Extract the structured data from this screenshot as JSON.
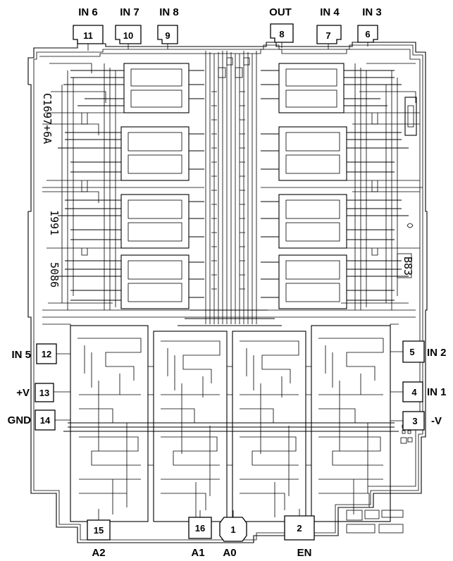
{
  "pins": {
    "p11": {
      "number": "11",
      "label": "IN 6"
    },
    "p10": {
      "number": "10",
      "label": "IN 7"
    },
    "p9": {
      "number": "9",
      "label": "IN 8"
    },
    "p8": {
      "number": "8",
      "label": "OUT"
    },
    "p7": {
      "number": "7",
      "label": "IN 4"
    },
    "p6": {
      "number": "6",
      "label": "IN 3"
    },
    "p12": {
      "number": "12",
      "label": "IN 5"
    },
    "p13": {
      "number": "13",
      "label": "+V"
    },
    "p14": {
      "number": "14",
      "label": "GND"
    },
    "p5": {
      "number": "5",
      "label": "IN 2"
    },
    "p4": {
      "number": "4",
      "label": "IN 1"
    },
    "p3": {
      "number": "3",
      "label": "-V"
    },
    "p15": {
      "number": "15",
      "label": "A2"
    },
    "p16": {
      "number": "16",
      "label": "A1"
    },
    "p1": {
      "number": "1",
      "label": "A0"
    },
    "p2": {
      "number": "2",
      "label": "EN"
    }
  },
  "die_marks": {
    "part_code": "C1697+6A",
    "year": "1991",
    "code": "5086",
    "corner_code": "B83"
  }
}
